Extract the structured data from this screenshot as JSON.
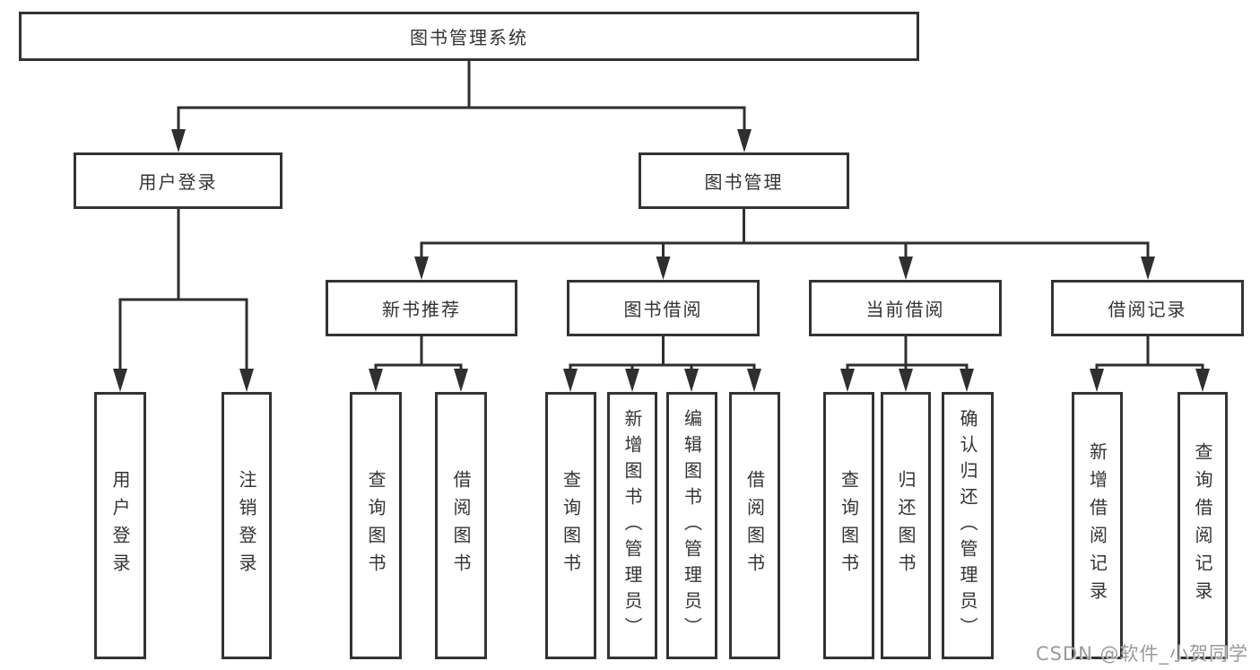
{
  "tree": {
    "label": "图书管理系统",
    "children": [
      {
        "label": "用户登录",
        "children": [
          {
            "label": "用户登录"
          },
          {
            "label": "注销登录"
          }
        ]
      },
      {
        "label": "图书管理",
        "children": [
          {
            "label": "新书推荐",
            "children": [
              {
                "label": "查询图书"
              },
              {
                "label": "借阅图书"
              }
            ]
          },
          {
            "label": "图书借阅",
            "children": [
              {
                "label": "查询图书"
              },
              {
                "label": "新增图书（管理员）"
              },
              {
                "label": "编辑图书（管理员）"
              },
              {
                "label": "借阅图书"
              }
            ]
          },
          {
            "label": "当前借阅",
            "children": [
              {
                "label": "查询图书"
              },
              {
                "label": "归还图书"
              },
              {
                "label": "确认归还（管理员）"
              }
            ]
          },
          {
            "label": "借阅记录",
            "children": [
              {
                "label": "新增借阅记录"
              },
              {
                "label": "查询借阅记录"
              }
            ]
          }
        ]
      }
    ]
  },
  "watermark": {
    "text": "CSDN @软件_小贺同学"
  },
  "colors": {
    "line": "#2f2f2f",
    "box_border": "#333333",
    "text": "#333333",
    "watermark": "#9a9a9a",
    "background": "#ffffff"
  }
}
